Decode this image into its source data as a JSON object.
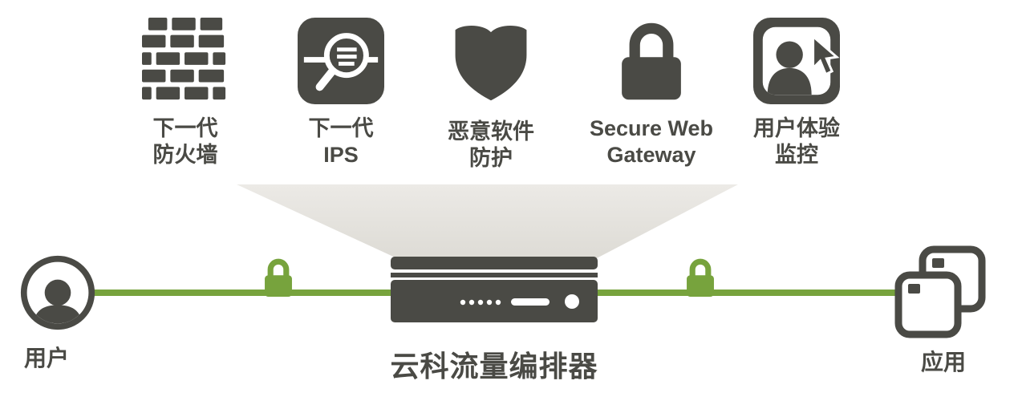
{
  "diagram": {
    "services": [
      {
        "name": "next-gen-firewall",
        "line1": "下一代",
        "line2": "防火墙"
      },
      {
        "name": "next-gen-ips",
        "line1": "下一代",
        "line2": "IPS"
      },
      {
        "name": "malware-protection",
        "line1": "恶意软件",
        "line2": "防护"
      },
      {
        "name": "secure-web-gateway",
        "line1": "Secure Web",
        "line2": "Gateway"
      },
      {
        "name": "ux-monitoring",
        "line1": "用户体验",
        "line2": "监控"
      }
    ],
    "user_label": "用户",
    "apps_label": "应用",
    "orchestrator_label": "云科流量编排器"
  },
  "colors": {
    "dark": "#4a4a45",
    "green": "#77a33d",
    "funnel_top": "#eceae6",
    "funnel_bottom": "#dddbd5"
  }
}
